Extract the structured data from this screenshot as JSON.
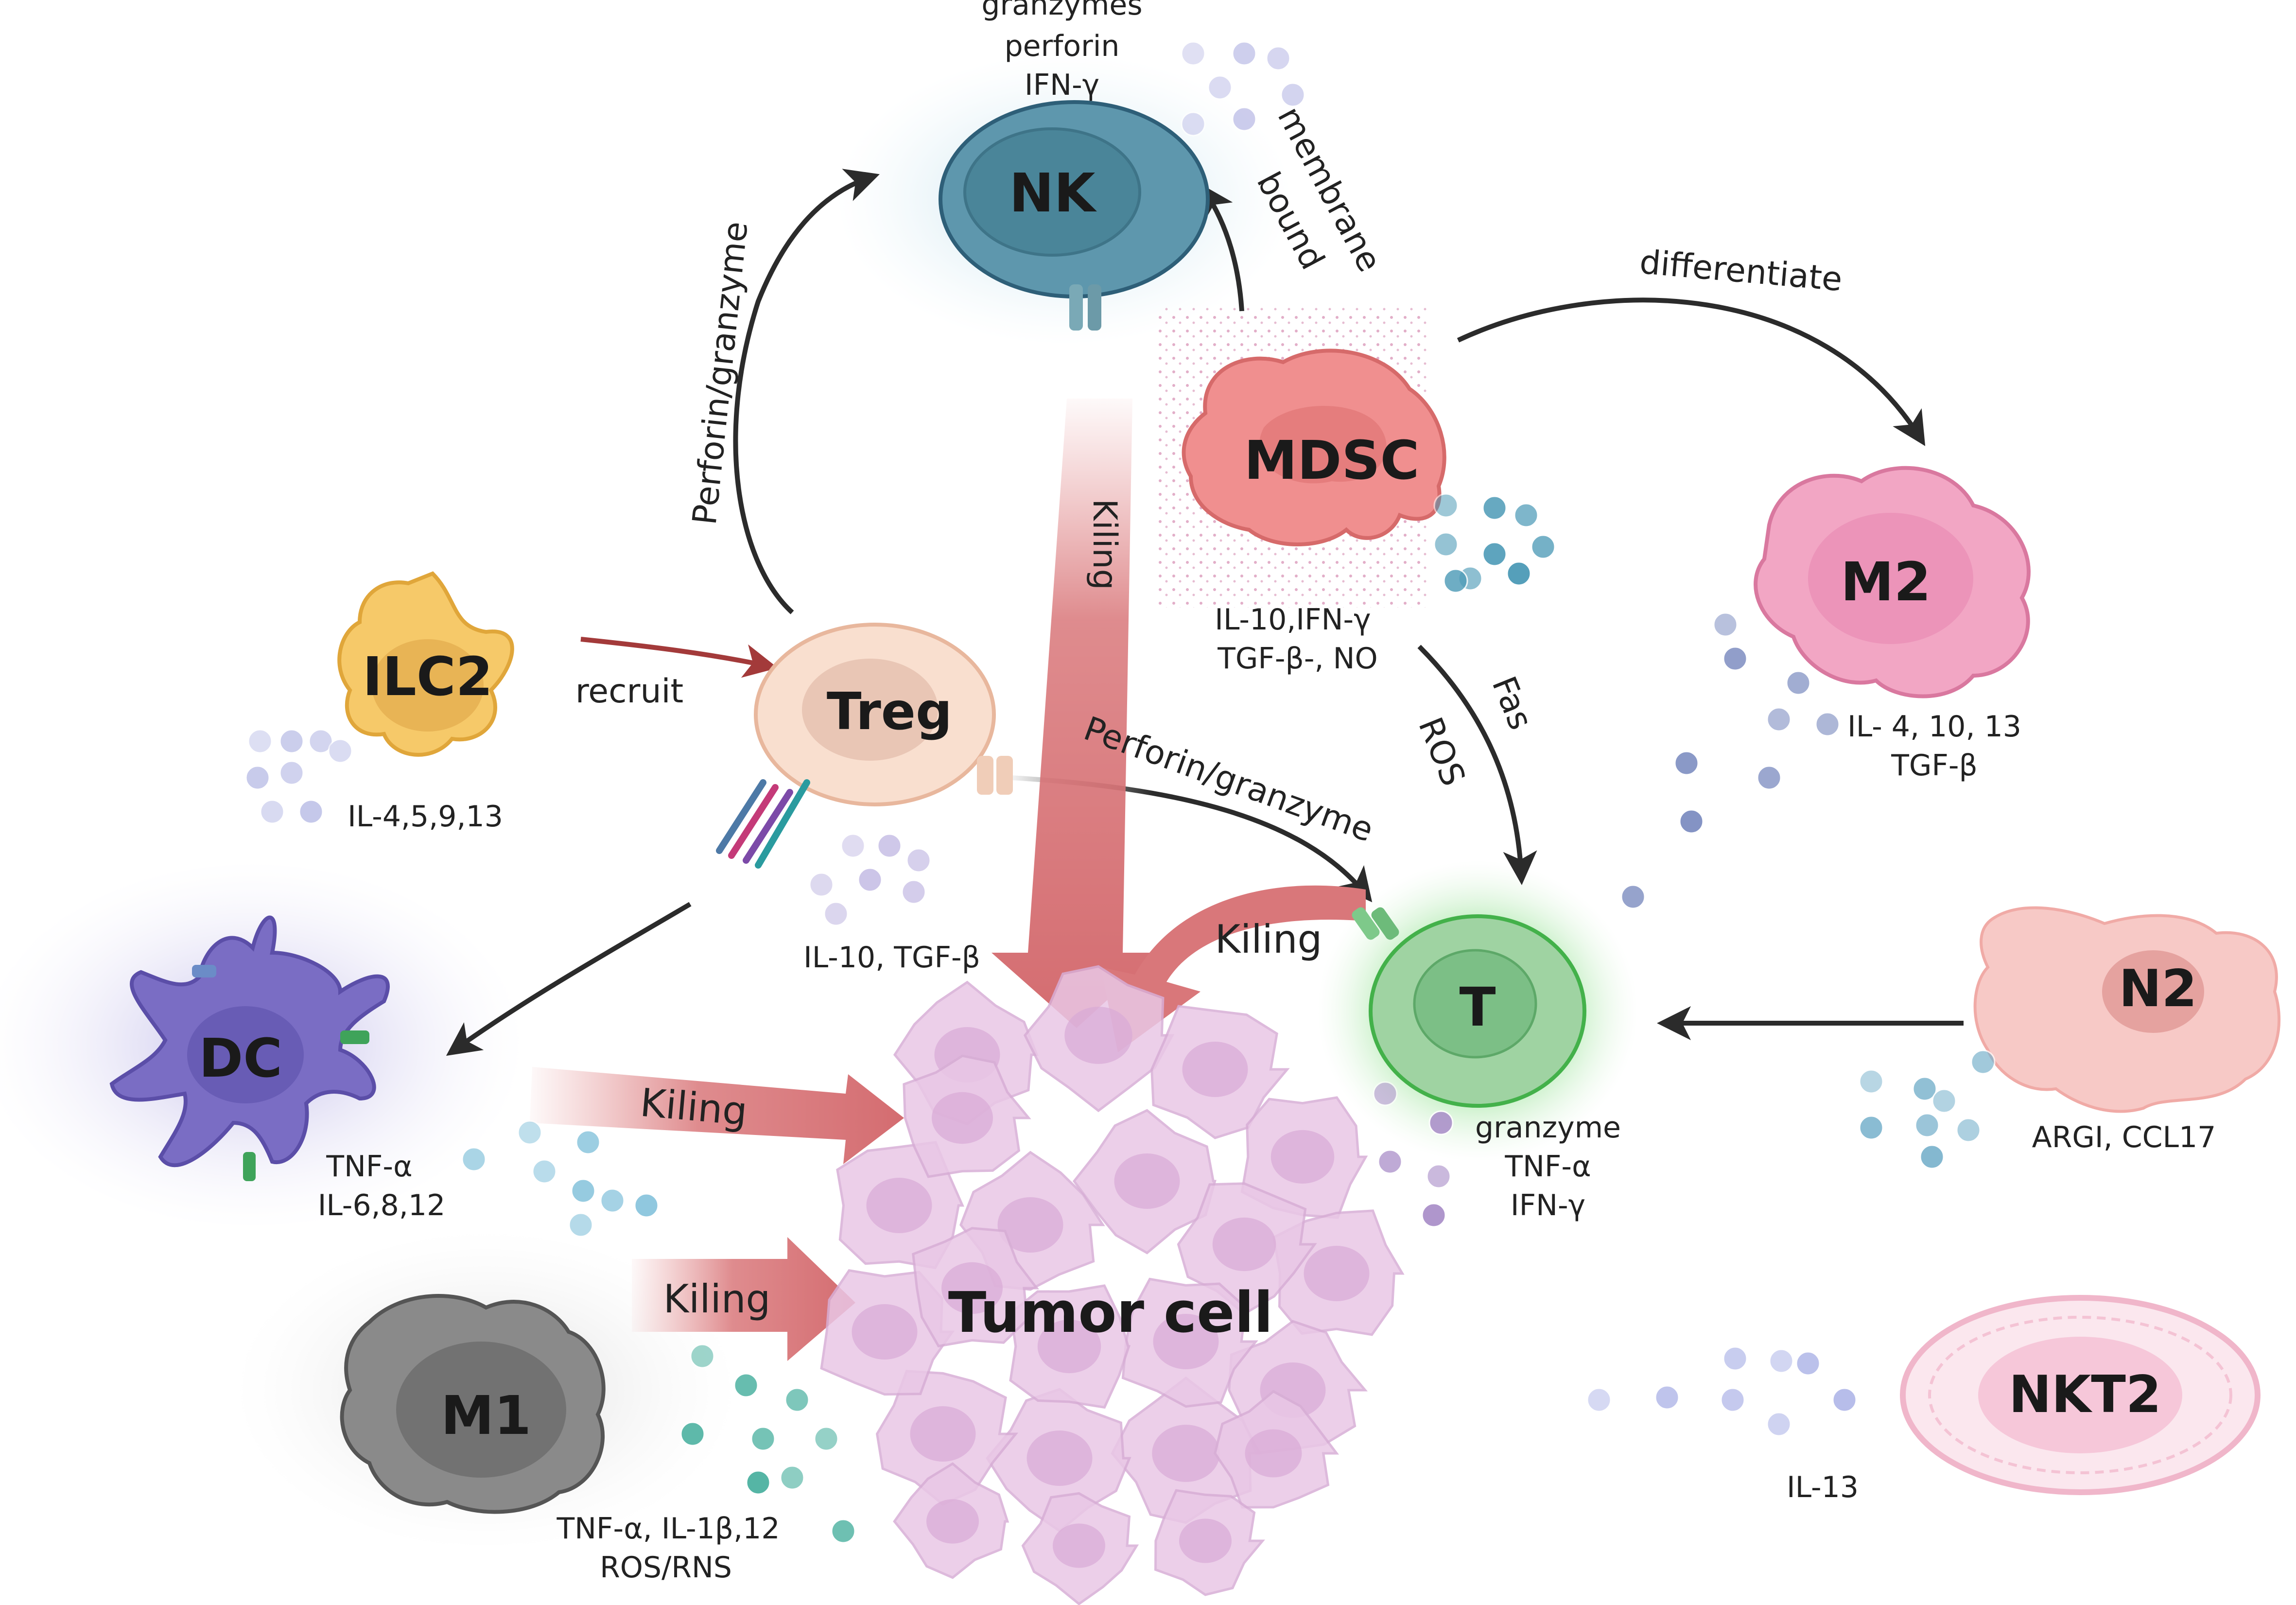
{
  "cells": {
    "nk": "NK",
    "mdsc": "MDSC",
    "m2": "M2",
    "ilc2": "ILC2",
    "treg": "Treg",
    "dc": "DC",
    "t": "T",
    "n2": "N2",
    "m1": "M1",
    "tumor": "Tumor cell",
    "nkt2": "NKT2"
  },
  "secretions": {
    "nk": [
      "granzymes",
      "perforin",
      "IFN-γ"
    ],
    "mdsc": [
      "IL-10,IFN-γ",
      "TGF-β-, NO"
    ],
    "m2": [
      "IL- 4, 10, 13",
      "TGF-β"
    ],
    "ilc2": "IL-4,5,9,13",
    "treg": "IL-10, TGF-β",
    "dc": [
      "TNF-α",
      "IL-6,8,12"
    ],
    "t": [
      "granzyme",
      "TNF-α",
      "IFN-γ"
    ],
    "n2": "ARGI, CCL17",
    "m1": [
      "TNF-α, IL-1β,12",
      "ROS/RNS"
    ],
    "nkt2": "IL-13"
  },
  "edges": {
    "treg_to_nk": "Perforin/granzyme",
    "mdsc_to_nk": [
      "membrane",
      "bound"
    ],
    "mdsc_to_m2": "differentiate",
    "ilc2_to_treg": "recruit",
    "nk_to_tumor": "Kiling",
    "treg_to_t": "Perforin/granzyme",
    "mdsc_to_t_ros": "ROS",
    "mdsc_to_t_fas": "Fas",
    "t_to_tumor": "Kiling",
    "dc_to_tumor": "Kiling",
    "m1_to_tumor": "Kiling"
  },
  "colors": {
    "killing_arrow": "#d9777a",
    "recruit_arrow": "#a33a3a",
    "arrow": "#2b2b2b",
    "nk": "#5e97ad",
    "mdsc": "#f08f8f",
    "m2": "#f2a6c4",
    "ilc2": "#f6c969",
    "treg": "#f9dfcf",
    "dc": "#7a6dc4",
    "t": "#9fd3a2",
    "n2": "#f7c9c6",
    "m1": "#8a8a8a",
    "tumor": "#e9c7e6",
    "nkt2": "#f6c7d9"
  }
}
